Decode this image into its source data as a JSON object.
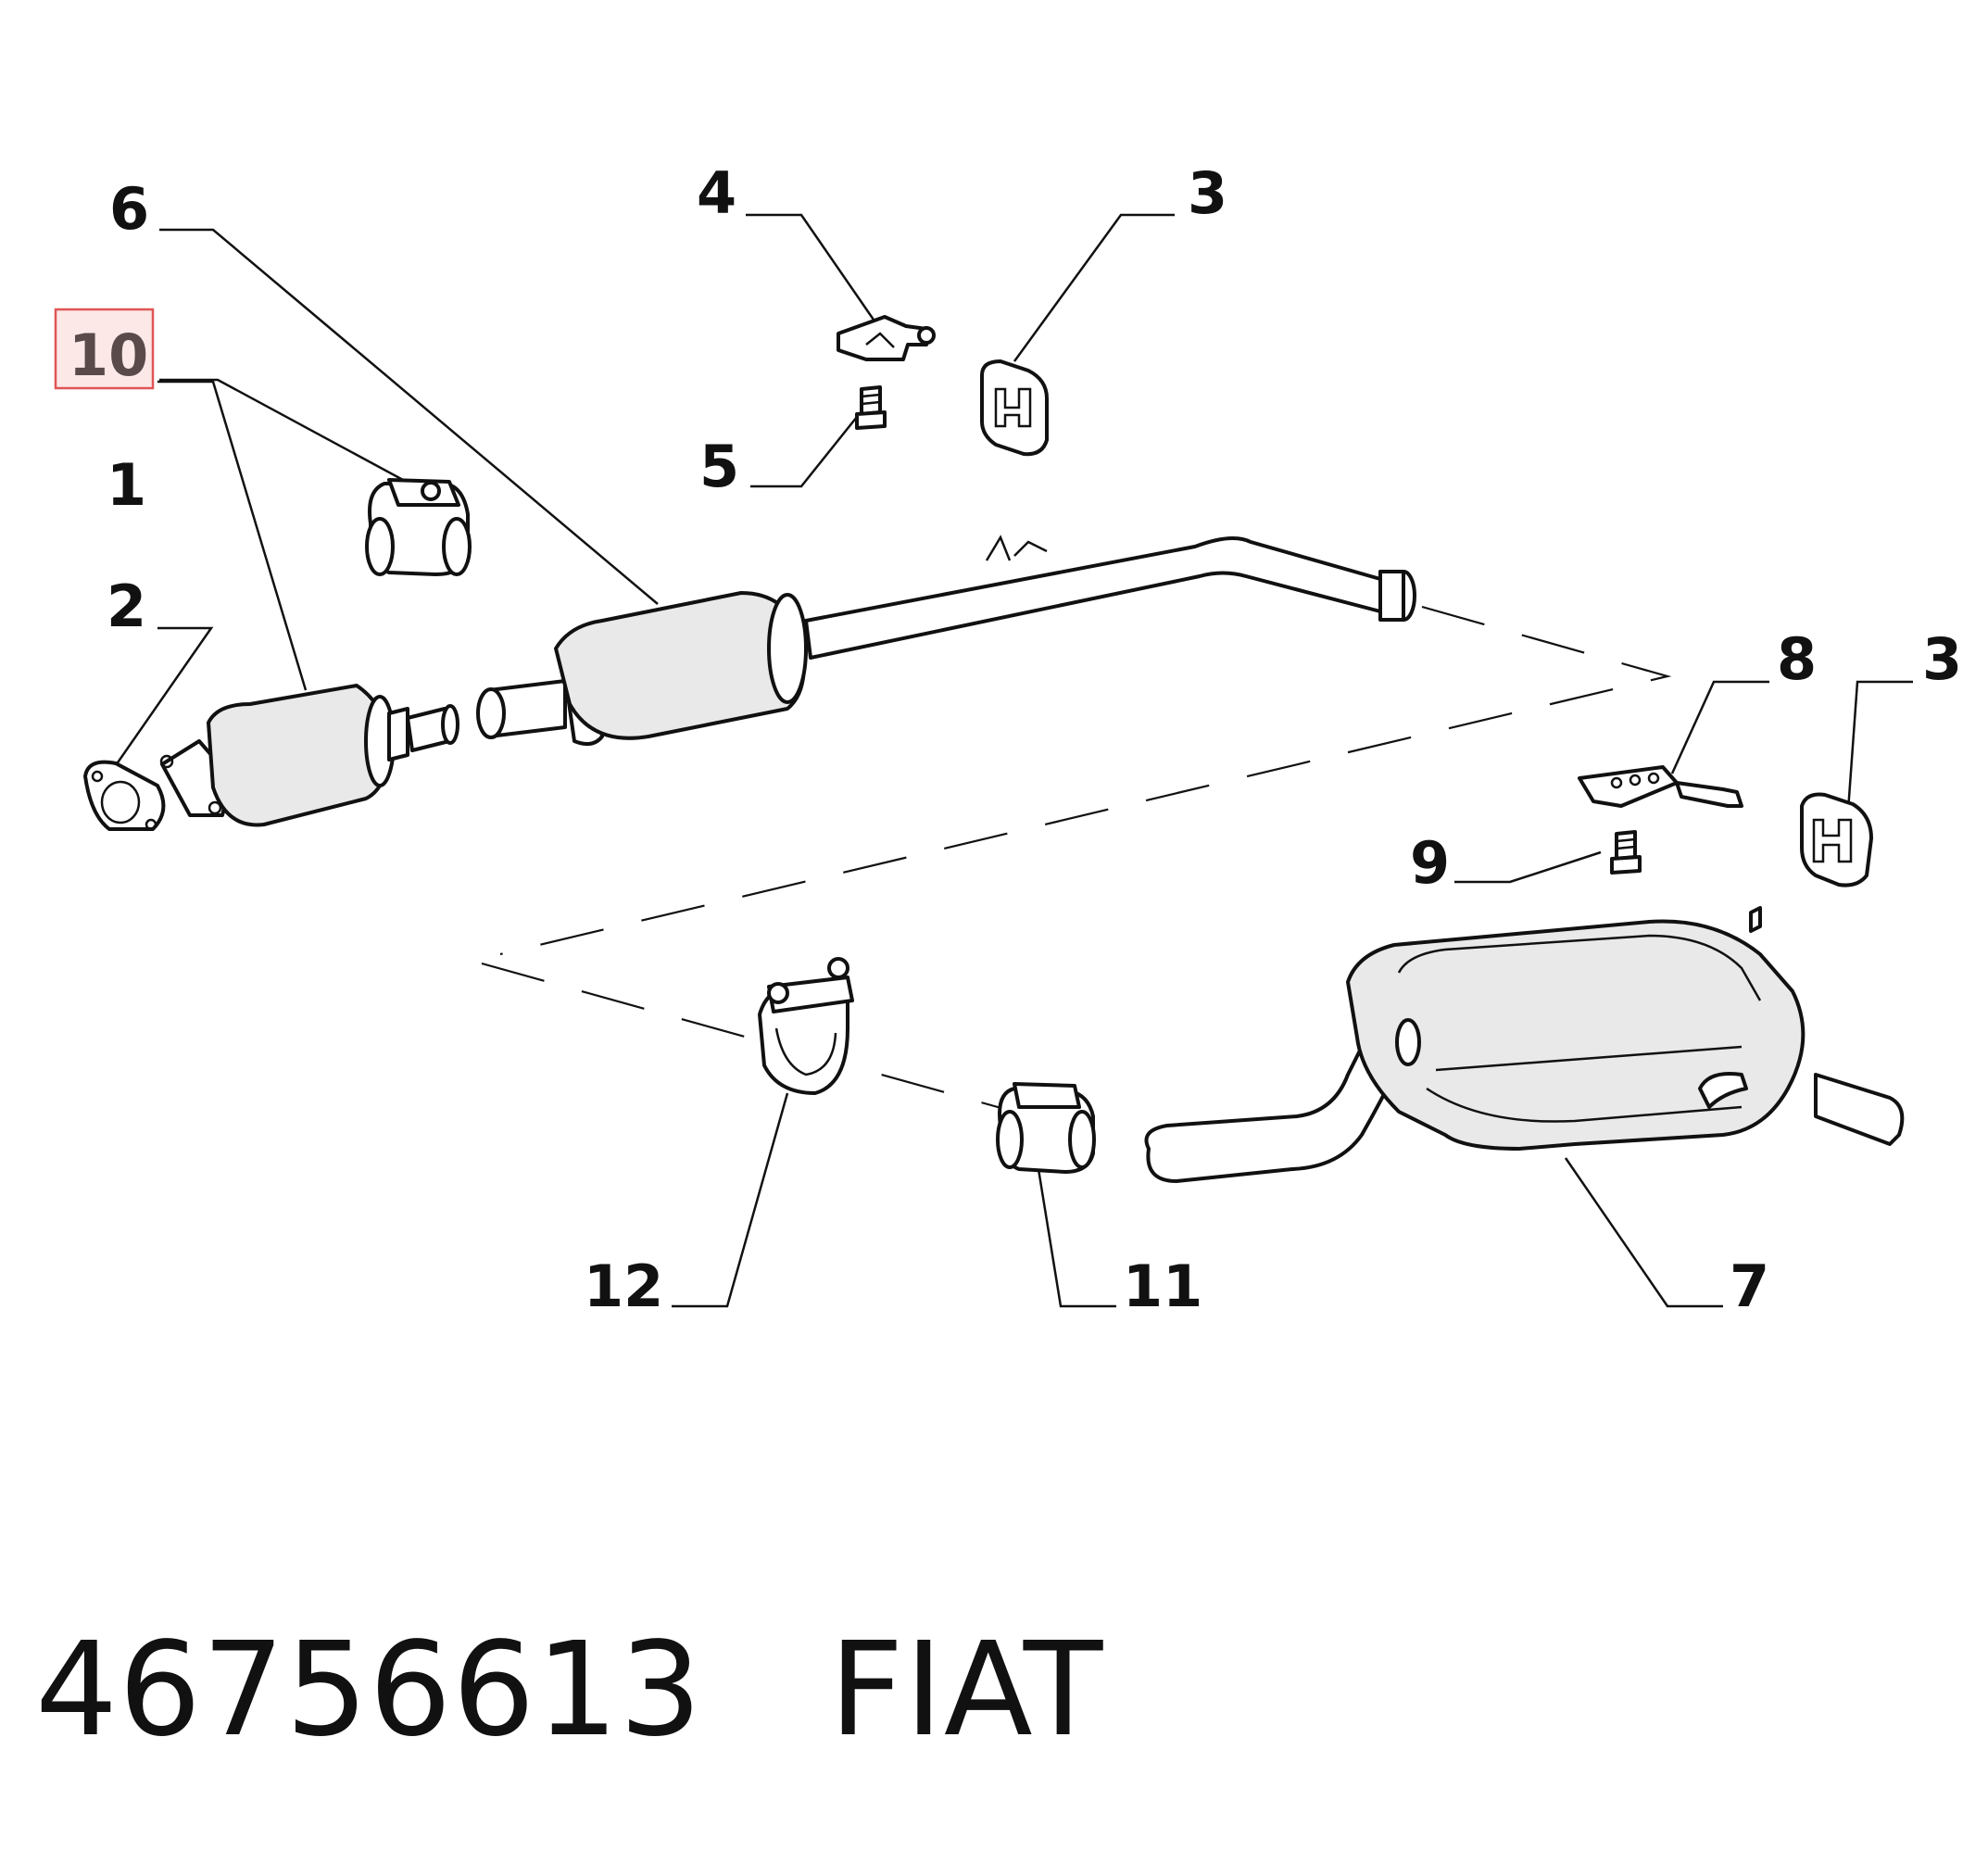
{
  "callouts": [
    {
      "id": "1",
      "label": "1"
    },
    {
      "id": "2",
      "label": "2"
    },
    {
      "id": "3a",
      "label": "3"
    },
    {
      "id": "3b",
      "label": "3"
    },
    {
      "id": "4",
      "label": "4"
    },
    {
      "id": "5",
      "label": "5"
    },
    {
      "id": "6",
      "label": "6"
    },
    {
      "id": "7",
      "label": "7"
    },
    {
      "id": "8",
      "label": "8"
    },
    {
      "id": "9",
      "label": "9"
    },
    {
      "id": "10",
      "label": "10",
      "highlighted": true
    },
    {
      "id": "11",
      "label": "11"
    },
    {
      "id": "12",
      "label": "12"
    }
  ],
  "highlight_color": "#e05555",
  "footer": {
    "part_number": "46756613",
    "brand": "FIAT"
  }
}
